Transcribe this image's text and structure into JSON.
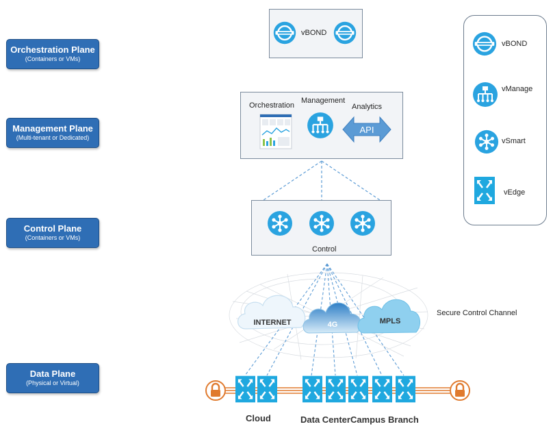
{
  "planes": [
    {
      "title": "Orchestration Plane",
      "sub": "(Containers or VMs)"
    },
    {
      "title": "Management Plane",
      "sub": "(Multi-tenant or Dedicated)"
    },
    {
      "title": "Control Plane",
      "sub": "(Containers or VMs)"
    },
    {
      "title": "Data Plane",
      "sub": "(Physical or Virtual)"
    }
  ],
  "orchestration": {
    "label": "vBOND"
  },
  "management": {
    "orchestration": "Orchestration",
    "management": "Management",
    "analytics": "Analytics",
    "api": "API"
  },
  "control": {
    "label": "Control"
  },
  "clouds": {
    "internet": "INTERNET",
    "g4": "4G",
    "mpls": "MPLS",
    "secure_channel": "Secure Control Channel"
  },
  "sites": {
    "cloud": "Cloud",
    "datacenter": "Data Center",
    "campus": "Campus",
    "branch": "Branch"
  },
  "legend": [
    {
      "name": "vBOND",
      "icon": "vbond-icon"
    },
    {
      "name": "vManage",
      "icon": "vmanage-icon"
    },
    {
      "name": "vSmart",
      "icon": "vsmart-icon"
    },
    {
      "name": "vEdge",
      "icon": "vedge-icon"
    }
  ],
  "colors": {
    "plane_blue": "#2f6eb5",
    "icon_blue": "#2aa3e0",
    "edge_blue": "#1fa8df",
    "tunnel_orange": "#e07a2e",
    "api_blue": "#5b9bd5"
  }
}
